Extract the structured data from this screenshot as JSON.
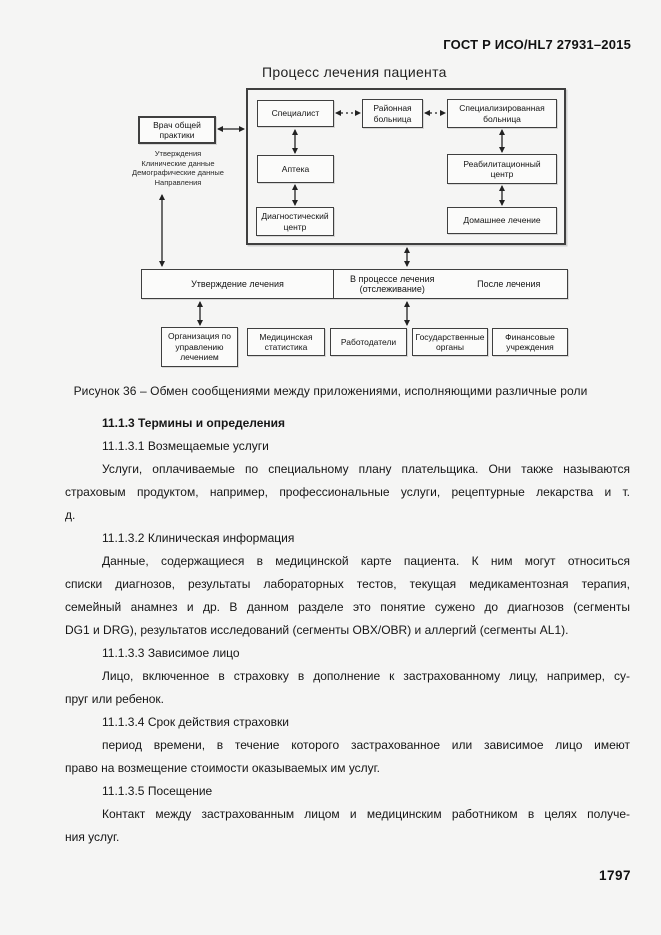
{
  "page": {
    "header": "ГОСТ Р ИСО/HL7 27931–2015",
    "page_number": "1797"
  },
  "diagram": {
    "title": "Процесс лечения пациента",
    "boxes": {
      "gp": "Врач общей\nпрактики",
      "gp_notes": "Утверждения\nКлинические данные\nДемографические данные\nНаправления",
      "specialist": "Специалист",
      "district_hospital": "Районная\nбольница",
      "specialized_hospital": "Специализированная\nбольница",
      "pharmacy": "Аптека",
      "rehab_center": "Реабилитационный\nцентр",
      "diagnostic_center": "Диагностический\nцентр",
      "home_care": "Домашнее лечение"
    },
    "phase_bar": {
      "approval": "Утверждение лечения",
      "in_process": "В процессе лечения\n(отслеживание)",
      "after": "После лечения"
    },
    "bottom_boxes": {
      "care_org": "Организация по\nуправлению\nлечением",
      "med_stats": "Медицинская\nстатистика",
      "employers": "Работодатели",
      "gov_bodies": "Государственные\nорганы",
      "fin_inst": "Финансовые\nучреждения"
    }
  },
  "caption": "Рисунок 36 – Обмен сообщениями между приложениями, исполняющими различные роли",
  "body": [
    {
      "style": "heading",
      "indent": true,
      "justify": false,
      "text": "11.1.3 Термины и определения"
    },
    {
      "style": "sub",
      "indent": true,
      "justify": false,
      "text": "11.1.3.1 Возмещаемые услуги"
    },
    {
      "style": "para",
      "indent": true,
      "justify": true,
      "text": "Услуги, оплачиваемые по специальному плану плательщика. Они также называются"
    },
    {
      "style": "para",
      "indent": false,
      "justify": true,
      "text": "страховым продуктом, например, профессиональные услуги, рецептурные лекарства и т."
    },
    {
      "style": "para",
      "indent": false,
      "justify": false,
      "text": "д."
    },
    {
      "style": "sub",
      "indent": true,
      "justify": false,
      "text": "11.1.3.2 Клиническая информация"
    },
    {
      "style": "para",
      "indent": true,
      "justify": true,
      "text": "Данные, содержащиеся в медицинской карте пациента. К ним могут относиться"
    },
    {
      "style": "para",
      "indent": false,
      "justify": true,
      "text": "списки диагнозов, результаты лабораторных тестов, текущая медикаментозная терапия,"
    },
    {
      "style": "para",
      "indent": false,
      "justify": true,
      "text": "семейный анамнез и др. В данном разделе это понятие сужено до диагнозов (сегменты"
    },
    {
      "style": "para",
      "indent": false,
      "justify": false,
      "text": "DG1 и DRG), результатов исследований (сегменты OBX/OBR) и аллергий (сегменты AL1)."
    },
    {
      "style": "sub",
      "indent": true,
      "justify": false,
      "text": "11.1.3.3 Зависимое лицо"
    },
    {
      "style": "para",
      "indent": true,
      "justify": true,
      "text": "Лицо, включенное в страховку в дополнение к застрахованному лицу, например, су-"
    },
    {
      "style": "para",
      "indent": false,
      "justify": false,
      "text": "пруг или ребенок."
    },
    {
      "style": "sub",
      "indent": true,
      "justify": false,
      "text": "11.1.3.4 Срок действия страховки"
    },
    {
      "style": "para",
      "indent": true,
      "justify": true,
      "text": "период времени, в течение которого застрахованное или зависимое лицо имеют"
    },
    {
      "style": "para",
      "indent": false,
      "justify": false,
      "text": "право на возмещение стоимости оказываемых им услуг."
    },
    {
      "style": "sub",
      "indent": true,
      "justify": false,
      "text": "11.1.3.5 Посещение"
    },
    {
      "style": "para",
      "indent": true,
      "justify": true,
      "text": "Контакт между застрахованным лицом и медицинским работником в целях получе-"
    },
    {
      "style": "para",
      "indent": false,
      "justify": false,
      "text": "ния услуг."
    }
  ]
}
